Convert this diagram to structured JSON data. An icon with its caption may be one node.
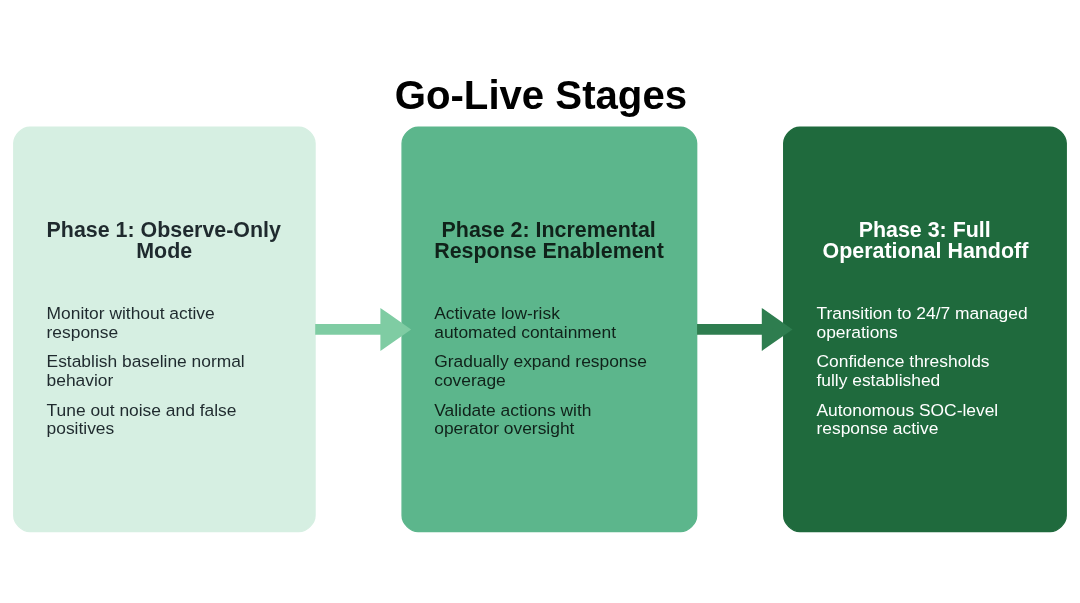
{
  "diagram": {
    "title": "Go-Live Stages",
    "nodes": [
      {
        "text": [
          "Phase 1: Observe-Only Mode",
          "Monitor without active response",
          "Establish baseline normal behavior",
          "Tune out noise and false positives"
        ]
      },
      {
        "text": [
          "Phase 2: Incremental Response Enablement",
          "Activate low-risk automated containment",
          "Gradually expand response coverage",
          "Validate actions with operator oversight"
        ]
      },
      {
        "text": [
          "Phase 3: Full Operational Handoff",
          "Transition to 24/7 managed operations",
          "Confidence thresholds fully established",
          "Autonomous SOC-level response active"
        ]
      }
    ],
    "edges": [
      {
        "from": 0,
        "to": 1,
        "arrow": "to",
        "color": "#7fcca3"
      },
      {
        "from": 1,
        "to": 2,
        "arrow": "to",
        "color": "#2e7d4f"
      }
    ]
  }
}
